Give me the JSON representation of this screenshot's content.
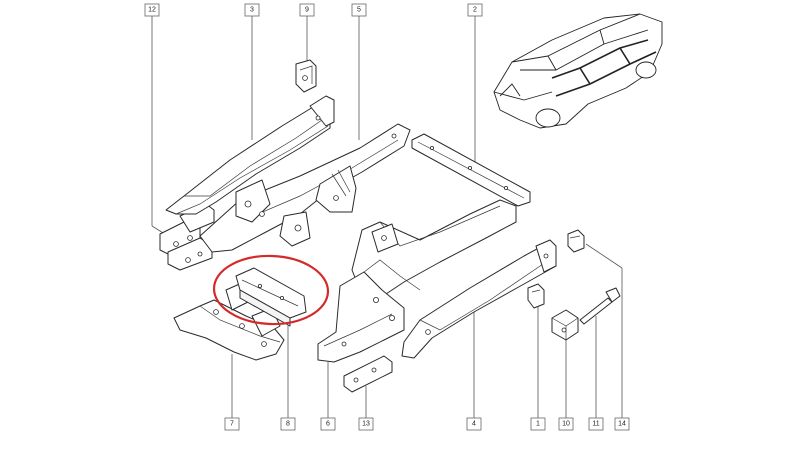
{
  "diagram": {
    "highlight_color": "#d42a2a",
    "callouts": [
      {
        "id": "12",
        "label": "12"
      },
      {
        "id": "3",
        "label": "3"
      },
      {
        "id": "9",
        "label": "9"
      },
      {
        "id": "5",
        "label": "5"
      },
      {
        "id": "2",
        "label": "2"
      },
      {
        "id": "7",
        "label": "7"
      },
      {
        "id": "8",
        "label": "8"
      },
      {
        "id": "6",
        "label": "6"
      },
      {
        "id": "13",
        "label": "13"
      },
      {
        "id": "4",
        "label": "4"
      },
      {
        "id": "1",
        "label": "1"
      },
      {
        "id": "10",
        "label": "10"
      },
      {
        "id": "11",
        "label": "11"
      },
      {
        "id": "14",
        "label": "14"
      }
    ]
  }
}
